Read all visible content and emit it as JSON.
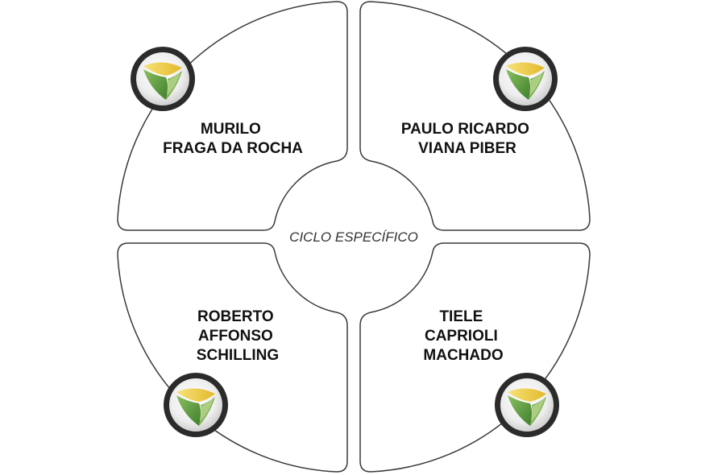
{
  "center_label": "CICLO ESPECÍFICO",
  "quadrants": [
    {
      "position": "top-left",
      "lines": [
        "MURILO",
        "FRAGA DA ROCHA"
      ],
      "icon": "shield-logo-icon"
    },
    {
      "position": "top-right",
      "lines": [
        "PAULO RICARDO",
        "VIANA PIBER"
      ],
      "icon": "shield-logo-icon"
    },
    {
      "position": "bottom-left",
      "lines": [
        "ROBERTO",
        "AFFONSO",
        "SCHILLING"
      ],
      "icon": "shield-logo-icon"
    },
    {
      "position": "bottom-right",
      "lines": [
        "TIELE",
        "CAPRIOLI",
        "MACHADO"
      ],
      "icon": "shield-logo-icon"
    }
  ],
  "colors": {
    "outline": "#3a3a3a",
    "badge_ring": "#2b2b2b",
    "logo_green": "#5a9a3a",
    "logo_yellow": "#f2d24a"
  }
}
